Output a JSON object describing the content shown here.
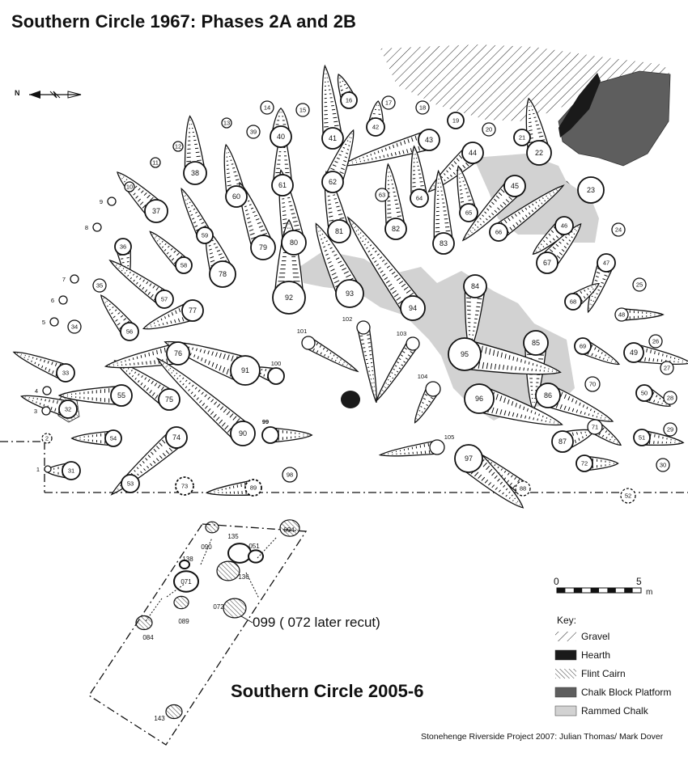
{
  "title": "Southern Circle 1967: Phases 2A and 2B",
  "subtitle": "Southern Circle 2005-6",
  "credit": "Stonehenge Riverside Project 2007: Julian Thomas/ Mark Dover",
  "north_label": "N",
  "recut_note": "099 ( 072 later recut)",
  "scale": {
    "start": "0",
    "end": "5",
    "unit": "m"
  },
  "key": {
    "title": "Key:",
    "items": [
      {
        "label": "Gravel",
        "symbol": "diagonal-hatch"
      },
      {
        "label": "Hearth",
        "symbol": "black-fill"
      },
      {
        "label": "Flint Cairn",
        "symbol": "dense-hatch"
      },
      {
        "label": "Chalk Block Platform",
        "symbol": "dark-grey-fill"
      },
      {
        "label": "Rammed Chalk",
        "symbol": "light-grey-fill"
      }
    ]
  },
  "colors": {
    "gravel_hatch": "#222222",
    "hearth": "#1a1a1a",
    "chalk_block_platform": "#5e5e5e",
    "rammed_chalk": "#d2d2d2",
    "ink": "#111111"
  },
  "postholes": [
    {
      "id": "1"
    },
    {
      "id": "2"
    },
    {
      "id": "3"
    },
    {
      "id": "4"
    },
    {
      "id": "5"
    },
    {
      "id": "6"
    },
    {
      "id": "7"
    },
    {
      "id": "8"
    },
    {
      "id": "9"
    },
    {
      "id": "10"
    },
    {
      "id": "11"
    },
    {
      "id": "12"
    },
    {
      "id": "13"
    },
    {
      "id": "14"
    },
    {
      "id": "15"
    },
    {
      "id": "16"
    },
    {
      "id": "17"
    },
    {
      "id": "18"
    },
    {
      "id": "19"
    },
    {
      "id": "20"
    },
    {
      "id": "21"
    },
    {
      "id": "22"
    },
    {
      "id": "23"
    },
    {
      "id": "24"
    },
    {
      "id": "25"
    },
    {
      "id": "26"
    },
    {
      "id": "27"
    },
    {
      "id": "28"
    },
    {
      "id": "29"
    },
    {
      "id": "30"
    },
    {
      "id": "31"
    },
    {
      "id": "32"
    },
    {
      "id": "33"
    },
    {
      "id": "34"
    },
    {
      "id": "35"
    },
    {
      "id": "36"
    },
    {
      "id": "37"
    },
    {
      "id": "38"
    },
    {
      "id": "39"
    },
    {
      "id": "40"
    },
    {
      "id": "41"
    },
    {
      "id": "42"
    },
    {
      "id": "43"
    },
    {
      "id": "44"
    },
    {
      "id": "45"
    },
    {
      "id": "46"
    },
    {
      "id": "47"
    },
    {
      "id": "48"
    },
    {
      "id": "49"
    },
    {
      "id": "50"
    },
    {
      "id": "51"
    },
    {
      "id": "52"
    },
    {
      "id": "53"
    },
    {
      "id": "54"
    },
    {
      "id": "55"
    },
    {
      "id": "56"
    },
    {
      "id": "57"
    },
    {
      "id": "58"
    },
    {
      "id": "59"
    },
    {
      "id": "60"
    },
    {
      "id": "61"
    },
    {
      "id": "62"
    },
    {
      "id": "63"
    },
    {
      "id": "64"
    },
    {
      "id": "65"
    },
    {
      "id": "66"
    },
    {
      "id": "67"
    },
    {
      "id": "68"
    },
    {
      "id": "69"
    },
    {
      "id": "70"
    },
    {
      "id": "71"
    },
    {
      "id": "72"
    },
    {
      "id": "73"
    },
    {
      "id": "74"
    },
    {
      "id": "75"
    },
    {
      "id": "76"
    },
    {
      "id": "77"
    },
    {
      "id": "78"
    },
    {
      "id": "79"
    },
    {
      "id": "80"
    },
    {
      "id": "81"
    },
    {
      "id": "82"
    },
    {
      "id": "83"
    },
    {
      "id": "84"
    },
    {
      "id": "85"
    },
    {
      "id": "86"
    },
    {
      "id": "87"
    },
    {
      "id": "88"
    },
    {
      "id": "89"
    },
    {
      "id": "90"
    },
    {
      "id": "91"
    },
    {
      "id": "92"
    },
    {
      "id": "93"
    },
    {
      "id": "94"
    },
    {
      "id": "95"
    },
    {
      "id": "96"
    },
    {
      "id": "97"
    },
    {
      "id": "98"
    },
    {
      "id": "99"
    },
    {
      "id": "100"
    },
    {
      "id": "101"
    },
    {
      "id": "102"
    },
    {
      "id": "103"
    },
    {
      "id": "104"
    },
    {
      "id": "105"
    }
  ],
  "features_2005": [
    {
      "id": "090"
    },
    {
      "id": "135"
    },
    {
      "id": "051"
    },
    {
      "id": "094"
    },
    {
      "id": "138"
    },
    {
      "id": "071"
    },
    {
      "id": "136"
    },
    {
      "id": "072"
    },
    {
      "id": "089"
    },
    {
      "id": "084"
    },
    {
      "id": "143"
    }
  ]
}
